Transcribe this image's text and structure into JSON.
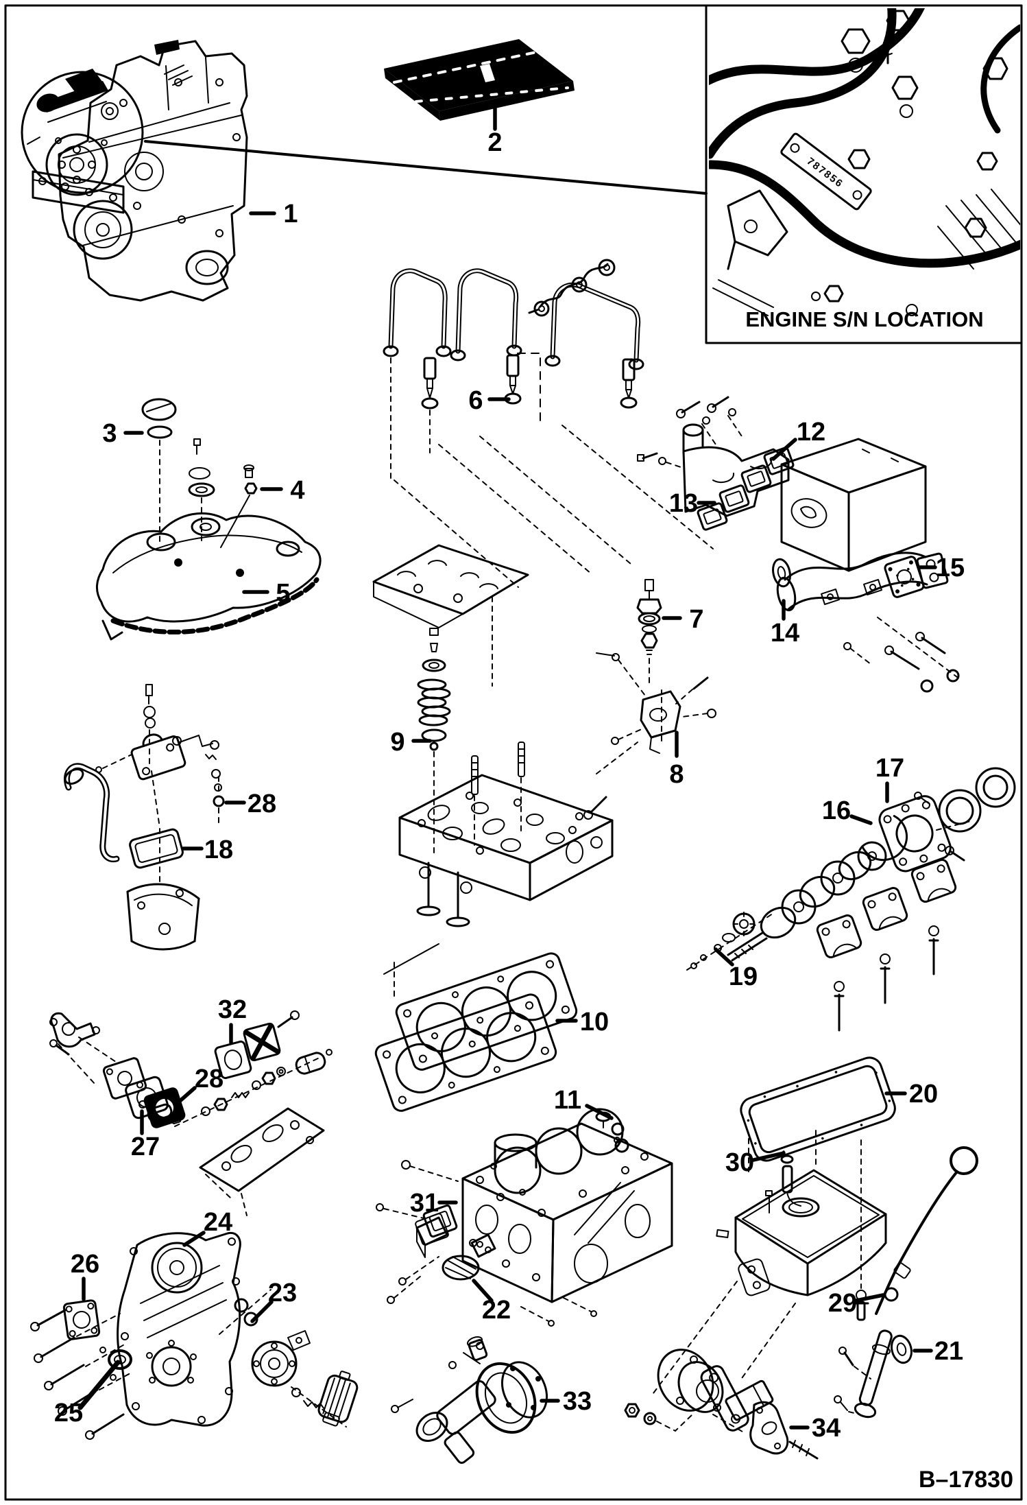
{
  "page": {
    "paper_color": "#ffffff",
    "ink_color": "#000000",
    "figure_ref": "B–17830"
  },
  "inset": {
    "caption": "ENGINE S/N LOCATION",
    "serial_number": "787856"
  },
  "callouts": [
    {
      "num": "1"
    },
    {
      "num": "2"
    },
    {
      "num": "3"
    },
    {
      "num": "4"
    },
    {
      "num": "5"
    },
    {
      "num": "6"
    },
    {
      "num": "7"
    },
    {
      "num": "8"
    },
    {
      "num": "9"
    },
    {
      "num": "10"
    },
    {
      "num": "11"
    },
    {
      "num": "12"
    },
    {
      "num": "13"
    },
    {
      "num": "14"
    },
    {
      "num": "15"
    },
    {
      "num": "16"
    },
    {
      "num": "17"
    },
    {
      "num": "18"
    },
    {
      "num": "19"
    },
    {
      "num": "20"
    },
    {
      "num": "21"
    },
    {
      "num": "22"
    },
    {
      "num": "23"
    },
    {
      "num": "24"
    },
    {
      "num": "25"
    },
    {
      "num": "26"
    },
    {
      "num": "27"
    },
    {
      "num": "28"
    },
    {
      "num": "28"
    },
    {
      "num": "29"
    },
    {
      "num": "30"
    },
    {
      "num": "31"
    },
    {
      "num": "32"
    },
    {
      "num": "33"
    },
    {
      "num": "34"
    }
  ]
}
